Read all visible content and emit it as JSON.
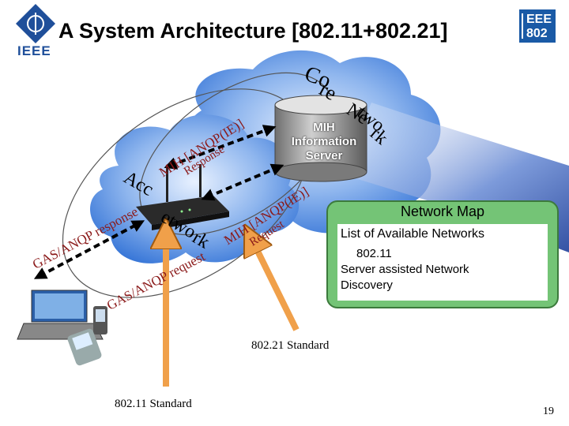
{
  "header": {
    "title": "A System Architecture [802.11+802.21]",
    "logo_text": "IEEE",
    "badge_top": "EEE",
    "badge_bottom": "802"
  },
  "clouds": {
    "core": "Core network",
    "core_parts": [
      "Co",
      "re",
      "Ne",
      "two",
      "rk"
    ],
    "access": "Access network",
    "access_parts": [
      "Acc",
      "etwo",
      "rk"
    ]
  },
  "server": {
    "line1": "MIH",
    "line2": "Information",
    "line3": "Server"
  },
  "messages": {
    "upper_response": [
      "MIH [ANQP(IE)]",
      "Response"
    ],
    "upper_request": [
      "MIH [ANQP(IE)]",
      "Request"
    ],
    "lower_response": "GAS/ANQP response",
    "lower_request": "GAS/ANQP request"
  },
  "network_map": {
    "title": "Network Map",
    "list_title": "List of Available Networks",
    "items": [
      "802.11",
      "Server assisted Network",
      "Discovery"
    ]
  },
  "standards": {
    "s2121": "802.21 Standard",
    "s1111": "802.11 Standard"
  },
  "page_number": "19",
  "colors": {
    "cloud_blue": "#3a78d8",
    "beam": "#1e3f9a",
    "map_green": "#74c476",
    "arrow_orange": "#f0a04a"
  }
}
